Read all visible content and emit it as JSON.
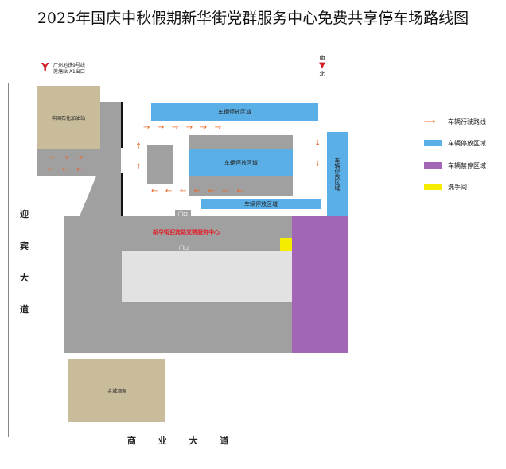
{
  "title": "2025年国庆中秋假期新华街党群服务中心免费共享停车场路线图",
  "metro": {
    "line1": "广州地铁9号线",
    "line2": "莲塘站  A1出口"
  },
  "compass": {
    "south": "南",
    "north": "北"
  },
  "places": {
    "gas_station": "中国石化加油站",
    "center": "新华街迎宾路党群服务中心",
    "restaurant": "金城酒家",
    "door": "门口",
    "door2": "门口"
  },
  "parking": {
    "top": "车辆停放区域",
    "middle": "车辆停放区域",
    "bottom": "车辆停放区域",
    "right": "车辆停放区域"
  },
  "roads": {
    "left": "迎宾大道",
    "bottom": "商 业 大 道"
  },
  "legend": [
    {
      "label": "车辆行驶路线",
      "color": "#e8692a"
    },
    {
      "label": "车辆停放区域",
      "color": "#5aafe6"
    },
    {
      "label": "车辆禁停区域",
      "color": "#a365b5"
    },
    {
      "label": "洗手间",
      "color": "#f5ec00"
    }
  ]
}
